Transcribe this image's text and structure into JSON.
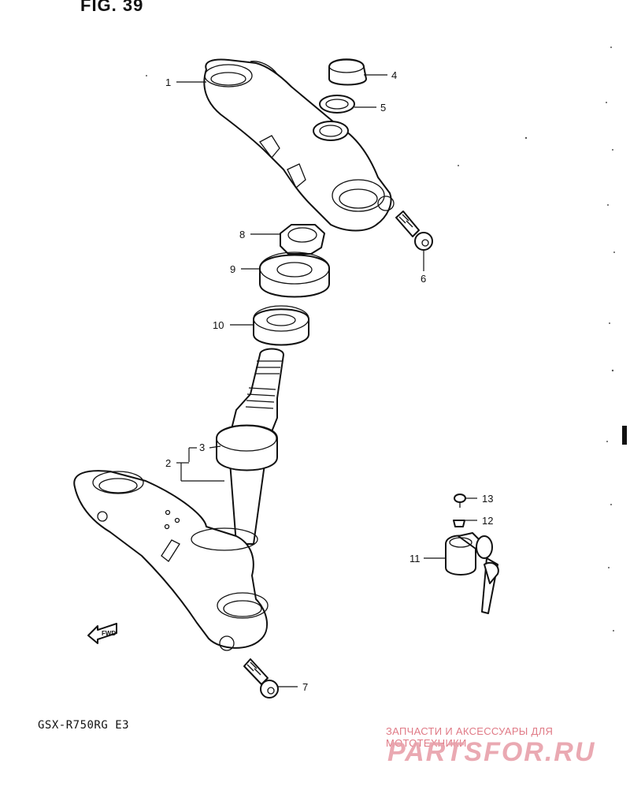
{
  "figure": {
    "title": "FIG. 39"
  },
  "model_code": "GSX-R750RG  E3",
  "direction_label": "FWD",
  "callouts": [
    {
      "id": "1",
      "label": "1"
    },
    {
      "id": "2",
      "label": "2"
    },
    {
      "id": "3",
      "label": "3"
    },
    {
      "id": "4",
      "label": "4"
    },
    {
      "id": "5",
      "label": "5"
    },
    {
      "id": "6",
      "label": "6"
    },
    {
      "id": "7",
      "label": "7"
    },
    {
      "id": "8",
      "label": "8"
    },
    {
      "id": "9",
      "label": "9"
    },
    {
      "id": "10",
      "label": "10"
    },
    {
      "id": "11",
      "label": "11"
    },
    {
      "id": "12",
      "label": "12"
    },
    {
      "id": "13",
      "label": "13"
    }
  ],
  "watermark": {
    "caption": "ЗАПЧАСТИ И АКСЕССУАРЫ ДЛЯ МОТОТЕХНИКИ",
    "logo": "PARTSFOR.RU",
    "color": "#e8a0aa"
  }
}
